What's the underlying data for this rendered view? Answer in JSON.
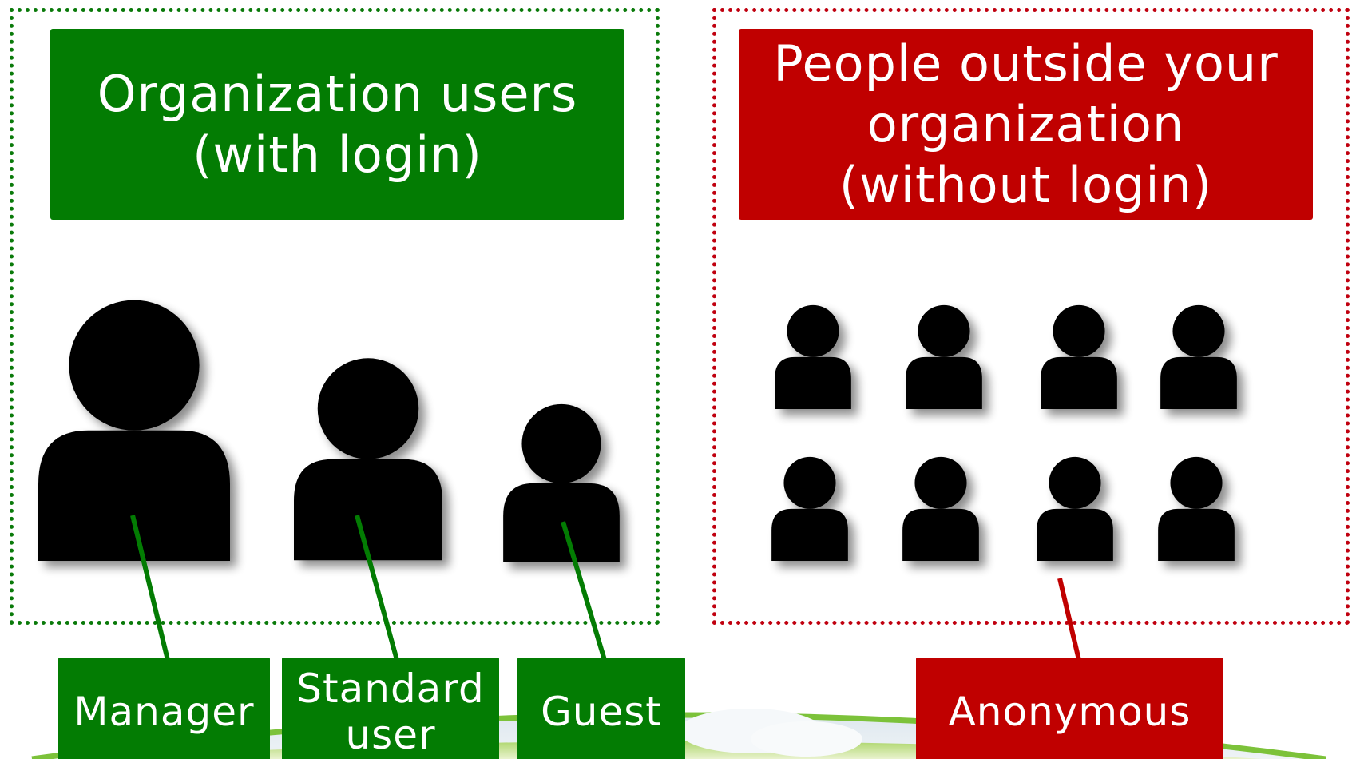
{
  "diagram": {
    "organization_group": {
      "title_lines": [
        "Organization users",
        "(with login)"
      ],
      "color": "#037c03",
      "frame_color": "#0a7a0a"
    },
    "external_group": {
      "title_lines": [
        "People outside your",
        "organization",
        "(without login)"
      ],
      "color": "#c00000",
      "frame_color": "#c0000f"
    },
    "roles": [
      {
        "id": "manager",
        "label_lines": [
          "Manager"
        ],
        "group": "organization"
      },
      {
        "id": "standard",
        "label_lines": [
          "Standard",
          "user"
        ],
        "group": "organization"
      },
      {
        "id": "guest",
        "label_lines": [
          "Guest"
        ],
        "group": "organization"
      },
      {
        "id": "anonymous",
        "label_lines": [
          "Anonymous"
        ],
        "group": "external"
      }
    ],
    "icons": {
      "person": "person-silhouette-icon"
    }
  }
}
